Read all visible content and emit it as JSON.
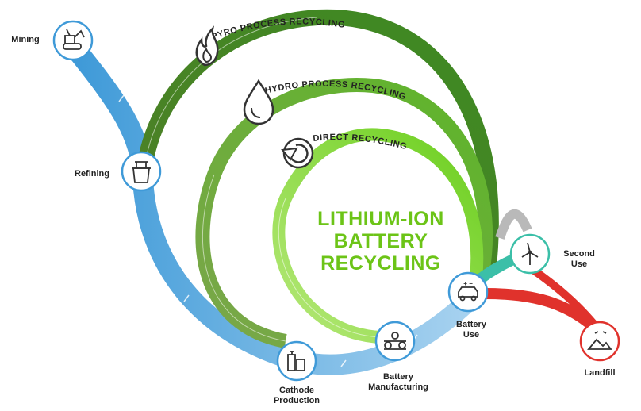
{
  "title": {
    "line1": "LITHIUM-ION",
    "line2": "BATTERY",
    "line3": "RECYCLING"
  },
  "recycling_loops": {
    "pyro": "PYRO PROCESS RECYCLING",
    "hydro": "HYDRO PROCESS RECYCLING",
    "direct": "DIRECT RECYCLING"
  },
  "stages": {
    "mining": "Mining",
    "refining": "Refining",
    "cathode": "Cathode\nProduction",
    "manufacturing": "Battery\nManufacturing",
    "battery_use": "Battery\nUse",
    "second_use": "Second\nUse",
    "landfill": "Landfill"
  },
  "battery_icon_text": "+ −",
  "colors": {
    "supply_chain": "#3f9ad8",
    "supply_chain_light": "#8fc6ec",
    "pyro": "#4c7d24",
    "hydro": "#6ea03a",
    "direct": "#79d12b",
    "second_use": "#3bbfa8",
    "landfill": "#e0322c",
    "title": "#6cc417"
  },
  "icons": {
    "mining": "excavator-icon",
    "refining": "crucible-icon",
    "cathode": "tanks-icon",
    "manufacturing": "conveyor-icon",
    "battery_use": "car-icon",
    "second_use": "wind-turbine-icon",
    "landfill": "landfill-icon",
    "pyro": "flame-icon",
    "hydro": "droplet-icon",
    "direct": "recycle-arrow-icon"
  }
}
